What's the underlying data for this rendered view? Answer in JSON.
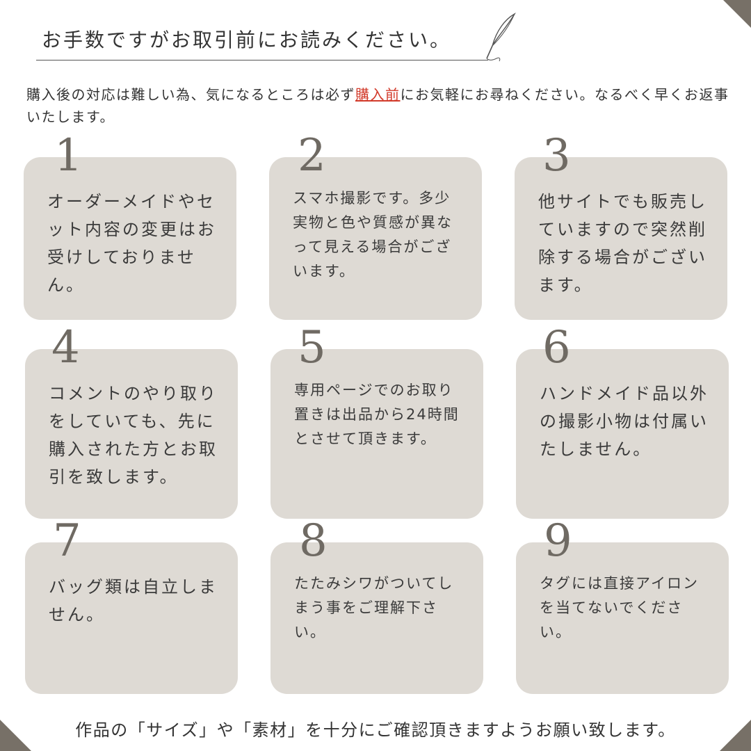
{
  "header": {
    "title": "お手数ですがお取引前にお読みください。",
    "icon": "quill-pen-icon"
  },
  "intro": {
    "text_before": "購入後の対応は難しい為、気になるところは必ず",
    "highlight": "購入前",
    "text_after": "にお気軽にお尋ねください。なるべく早くお返事いたします。",
    "highlight_color": "#d23a2a"
  },
  "cards": [
    {
      "number": "1",
      "text": "オーダーメイドやセット内容の変更はお受けしておりません。"
    },
    {
      "number": "2",
      "text": "スマホ撮影です。多少実物と色や質感が異なって見える場合がございます。"
    },
    {
      "number": "3",
      "text": "他サイトでも販売していますので突然削除する場合がございます。"
    },
    {
      "number": "4",
      "text": "コメントのやり取りをしていても、先に購入された方とお取引を致します。"
    },
    {
      "number": "5",
      "text": "専用ページでのお取り置きは出品から24時間とさせて頂きます。"
    },
    {
      "number": "6",
      "text": "ハンドメイド品以外の撮影小物は付属いたしません。"
    },
    {
      "number": "7",
      "text": "バッグ類は自立しません。"
    },
    {
      "number": "8",
      "text": "たたみシワがついてしまう事をご理解下さい。"
    },
    {
      "number": "9",
      "text": "タグには直接アイロンを当てないでください。"
    }
  ],
  "footer": {
    "text": "作品の「サイズ」や「素材」を十分にご確認頂きますようお願い致します。"
  },
  "colors": {
    "card_background": "#dedad4",
    "number_color": "#6f6a63",
    "corner_color": "#777067"
  }
}
